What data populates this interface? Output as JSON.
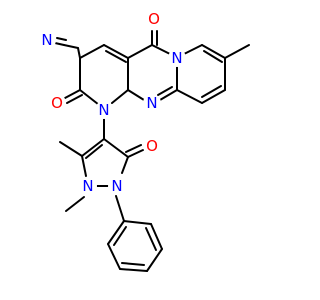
{
  "molecule": {
    "atoms": [
      {
        "id": "n_cyano",
        "symbol": "N",
        "color": "#0000FF"
      },
      {
        "id": "o_top",
        "symbol": "O",
        "color": "#FF0000"
      },
      {
        "id": "o_left",
        "symbol": "O",
        "color": "#FF0000"
      },
      {
        "id": "n_ring_right",
        "symbol": "N",
        "color": "#0000FF"
      },
      {
        "id": "n_ring_mid",
        "symbol": "N",
        "color": "#0000FF"
      },
      {
        "id": "n_ring_left",
        "symbol": "N",
        "color": "#0000FF"
      },
      {
        "id": "o_pyrazolone",
        "symbol": "O",
        "color": "#FF0000"
      },
      {
        "id": "n_pyrazole_1",
        "symbol": "N",
        "color": "#0000FF"
      },
      {
        "id": "n_pyrazole_2",
        "symbol": "N",
        "color": "#0000FF"
      }
    ],
    "colors": {
      "bond": "#000000",
      "nitrogen": "#0000FF",
      "oxygen": "#FF0000",
      "background": "#FFFFFF"
    }
  }
}
